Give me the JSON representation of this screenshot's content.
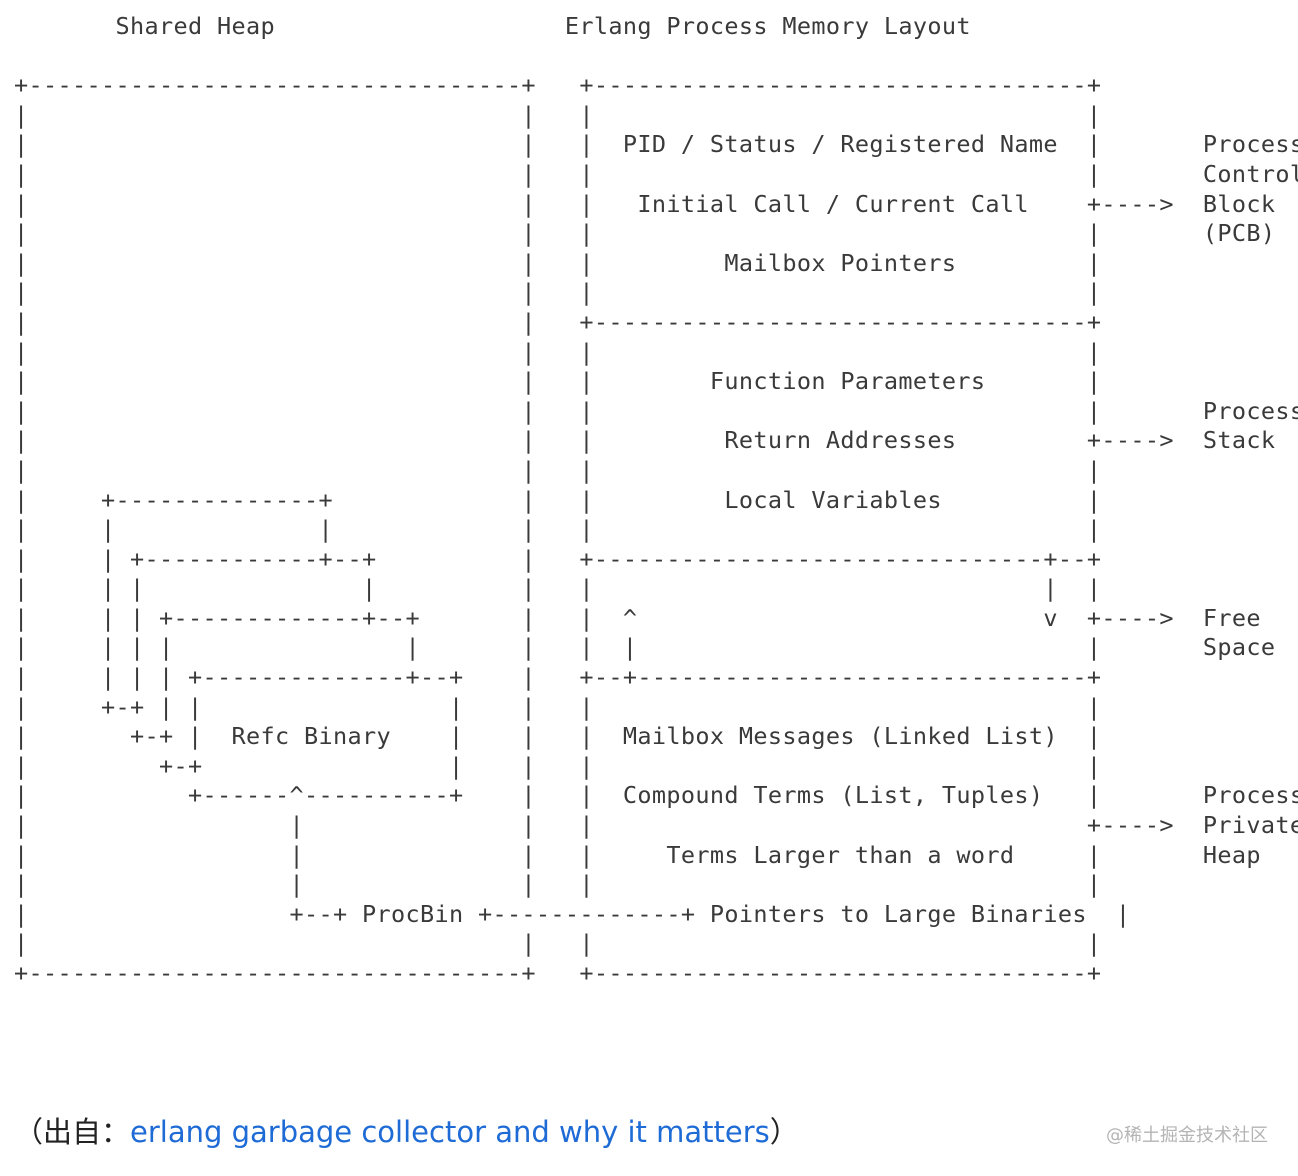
{
  "diagram": {
    "lines": [
      "       Shared Heap                    Erlang Process Memory Layout",
      "",
      "+----------------------------------+   +----------------------------------+",
      "|                                  |   |                                  |",
      "|                                  |   |  PID / Status / Registered Name  |       Process",
      "|                                  |   |                                  |       Control",
      "|                                  |   |   Initial Call / Current Call    +---->  Block",
      "|                                  |   |                                  |       (PCB)",
      "|                                  |   |         Mailbox Pointers         |",
      "|                                  |   |                                  |",
      "|                                  |   +----------------------------------+",
      "|                                  |   |                                  |",
      "|                                  |   |        Function Parameters       |",
      "|                                  |   |                                  |       Process",
      "|                                  |   |         Return Addresses         +---->  Stack",
      "|                                  |   |                                  |",
      "|     +--------------+             |   |         Local Variables          |",
      "|     |              |             |   |                                  |",
      "|     | +------------+--+          |   +-------------------------------+--+",
      "|     | |               |          |   |                               |  |",
      "|     | | +-------------+--+       |   |  ^                            v  +---->  Free",
      "|     | | |                |       |   |  |                               |       Space",
      "|     | | | +--------------+--+    |   +--+-------------------------------+",
      "|     +-+ | |                 |    |   |                                  |",
      "|       +-+ |  Refc Binary    |    |   |  Mailbox Messages (Linked List)  |",
      "|         +-+                 |    |   |                                  |",
      "|           +------^----------+    |   |  Compound Terms (List, Tuples)   |       Process",
      "|                  |               |   |                                  +---->  Private",
      "|                  |               |   |     Terms Larger than a word     |       Heap",
      "|                  |               |   |                                  |",
      "|                  +--+ ProcBin +-------------+ Pointers to Large Binaries  |",
      "|                                  |   |                                  |",
      "+----------------------------------+   +----------------------------------+"
    ]
  },
  "caption": {
    "prefix": "（出自：",
    "link_text": "erlang garbage collector and why it matters",
    "suffix": "）"
  },
  "watermark": "@稀土掘金技术社区"
}
